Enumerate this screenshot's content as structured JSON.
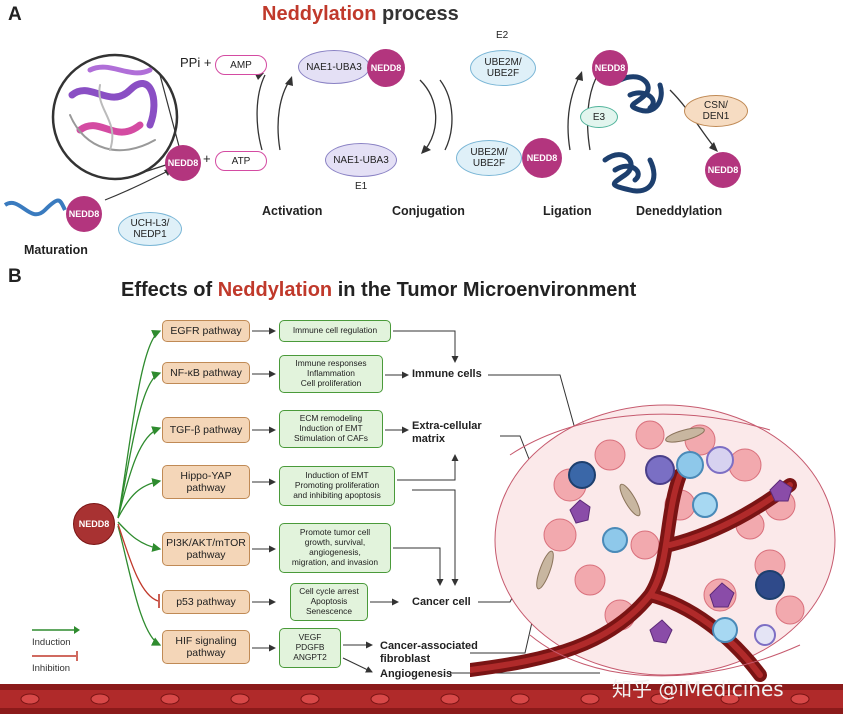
{
  "panelA": {
    "letter": "A",
    "title_highlight": "Neddylation",
    "title_rest": " process",
    "ppi_label": "PPi +",
    "amp": "AMP",
    "atp": "ATP",
    "plus": "+",
    "nedd8": "NEDD8",
    "nae_top": "NAE1-UBA3",
    "nae_bottom": "NAE1-UBA3",
    "e1": "E1",
    "e2": "E2",
    "ube_top": "UBE2M/\nUBE2F",
    "ube_bottom": "UBE2M/\nUBE2F",
    "e3": "E3",
    "csn": "CSN/\nDEN1",
    "uch": "UCH-L3/\nNEDP1",
    "steps": {
      "maturation": "Maturation",
      "activation": "Activation",
      "conjugation": "Conjugation",
      "ligation": "Ligation",
      "deneddylation": "Deneddylation"
    }
  },
  "panelB": {
    "letter": "B",
    "title_pre": "Effects of ",
    "title_highlight": "Neddylation",
    "title_post": " in the Tumor Microenvironment",
    "root": "NEDD8",
    "pathways": [
      {
        "name": "EGFR pathway",
        "effect": "Immune cell regulation",
        "type": "induction"
      },
      {
        "name": "NF-κB pathway",
        "effect": "Immune responses\nInflammation\nCell proliferation",
        "type": "induction"
      },
      {
        "name": "TGF-β pathway",
        "effect": "ECM remodeling\nInduction of EMT\nStimulation of CAFs",
        "type": "induction"
      },
      {
        "name": "Hippo-YAP\npathway",
        "effect": "Induction of EMT\nPromoting proliferation\nand inhibiting apoptosis",
        "type": "induction"
      },
      {
        "name": "PI3K/AKT/mTOR\npathway",
        "effect": "Promote tumor cell\ngrowth, survival,\nangiogenesis,\nmigration, and invasion",
        "type": "induction"
      },
      {
        "name": "p53 pathway",
        "effect": "Cell cycle arrest\nApoptosis\nSenescence",
        "type": "inhibition"
      },
      {
        "name": "HIF signaling\npathway",
        "effect": "VEGF\nPDGFB\nANGPT2",
        "type": "induction"
      }
    ],
    "outcomes": {
      "immune": "Immune cells",
      "ecm": "Extra-cellular\nmatrix",
      "cancer": "Cancer cell",
      "caf": "Cancer-associated\nfibroblast",
      "angio": "Angiogenesis"
    },
    "legend": {
      "induction": "Induction",
      "inhibition": "Inhibition",
      "induction_color": "#2e8b2e",
      "inhibition_color": "#c0392b"
    }
  },
  "watermark": "知乎 @iMedicines",
  "colors": {
    "nedd8": "#b3357e",
    "pathway_fill": "#f4d6b8",
    "effect_fill": "#e2f3dc",
    "vessel": "#8b1a1a",
    "highlight": "#c0392b"
  }
}
